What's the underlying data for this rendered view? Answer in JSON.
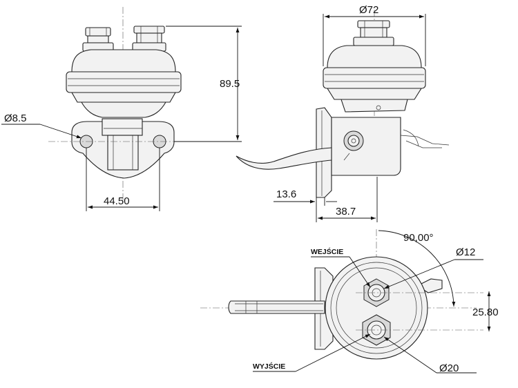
{
  "colors": {
    "line": "#222222",
    "background": "#ffffff",
    "body_fill": "#f2f2f2"
  },
  "dimensions": {
    "outer_diameter": "Ø72",
    "height": "89.5",
    "hole_diameter": "Ø8.5",
    "hole_spacing": "44.50",
    "offset_small": "13.6",
    "depth": "38.7",
    "angle": "90,00°",
    "port_diameter_small": "Ø12",
    "port_spacing": "25.80",
    "port_diameter_large": "Ø20"
  },
  "labels": {
    "inlet": "WEJŚCIE",
    "outlet": "WYJŚCIE"
  }
}
